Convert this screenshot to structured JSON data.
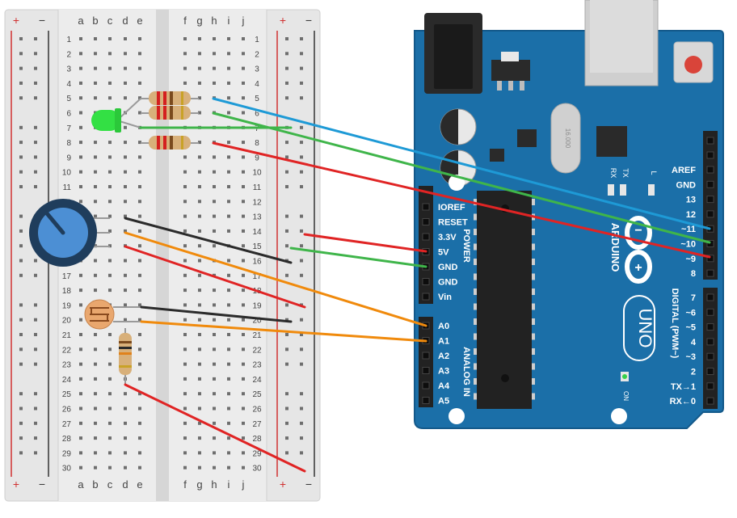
{
  "breadboard": {
    "columns_left": [
      "a",
      "b",
      "c",
      "d",
      "e"
    ],
    "columns_right": [
      "f",
      "g",
      "h",
      "i",
      "j"
    ],
    "rows": [
      "1",
      "2",
      "3",
      "4",
      "5",
      "6",
      "7",
      "8",
      "9",
      "10",
      "11",
      "12",
      "13",
      "14",
      "15",
      "16",
      "17",
      "18",
      "19",
      "20",
      "21",
      "22",
      "23",
      "24",
      "25",
      "26",
      "27",
      "28",
      "29",
      "30"
    ],
    "rail_plus": "+",
    "rail_minus": "−"
  },
  "arduino": {
    "logo": "ARDUINO",
    "model": "UNO",
    "crystal_text": "16.000",
    "led_labels": [
      "RX",
      "TX",
      "L"
    ],
    "on_label": "ON",
    "power_title": "POWER",
    "analog_title": "ANALOG IN",
    "digital_title": "DIGITAL (PWM~)",
    "power_pins": [
      "IOREF",
      "RESET",
      "3.3V",
      "5V",
      "GND",
      "GND",
      "Vin"
    ],
    "analog_pins": [
      "A0",
      "A1",
      "A2",
      "A3",
      "A4",
      "A5"
    ],
    "digital_top": [
      "AREF",
      "GND",
      "13",
      "12",
      "~11",
      "~10",
      "~9",
      "8"
    ],
    "digital_bottom": [
      "7",
      "~6",
      "~5",
      "4",
      "~3",
      "2",
      "TX→1",
      "RX←0"
    ]
  },
  "colors": {
    "board": "#1b6fa8",
    "wire_blue": "#1e9ad6",
    "wire_green": "#3fb54a",
    "wire_red": "#e02424",
    "wire_black": "#2b2b2b",
    "wire_orange": "#f08a0c",
    "led": "#33e044",
    "pot": "#4c8fd4"
  },
  "components": [
    "green-led",
    "resistor-1",
    "resistor-2",
    "resistor-3",
    "potentiometer",
    "photoresistor",
    "resistor-4"
  ]
}
